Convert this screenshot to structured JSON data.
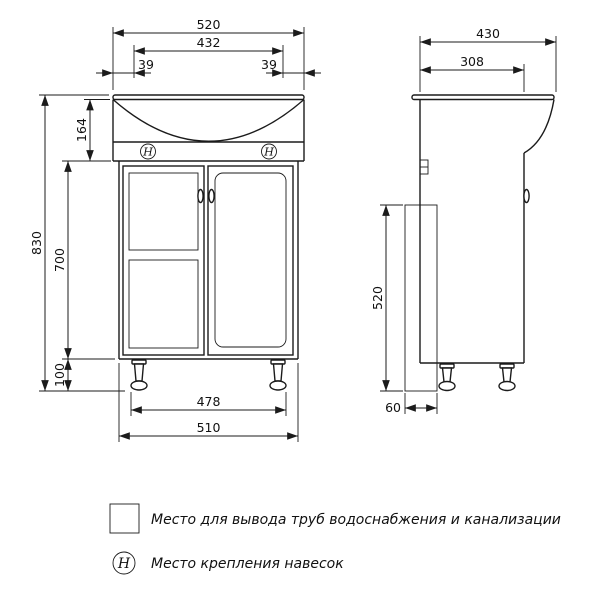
{
  "front_view": {
    "dims": {
      "overall_width": "520",
      "between_hinges": "432",
      "hinge_offset_left": "39",
      "hinge_offset_right": "39",
      "apron_height": "164",
      "body_height": "700",
      "total_height": "830",
      "leg_height": "100",
      "feet_span": "478",
      "body_width": "510"
    },
    "hinge_symbol": "H"
  },
  "side_view": {
    "dims": {
      "overall_depth": "430",
      "body_depth": "308",
      "service_zone_height": "520",
      "service_zone_depth": "60"
    }
  },
  "legend": {
    "hinge_symbol": "H",
    "items": [
      {
        "symbol": "hatch-swatch",
        "label": "Место для вывода труб водоснабжения и канализации"
      },
      {
        "symbol": "hinge-mark",
        "label": "Место крепления навесок"
      }
    ]
  }
}
